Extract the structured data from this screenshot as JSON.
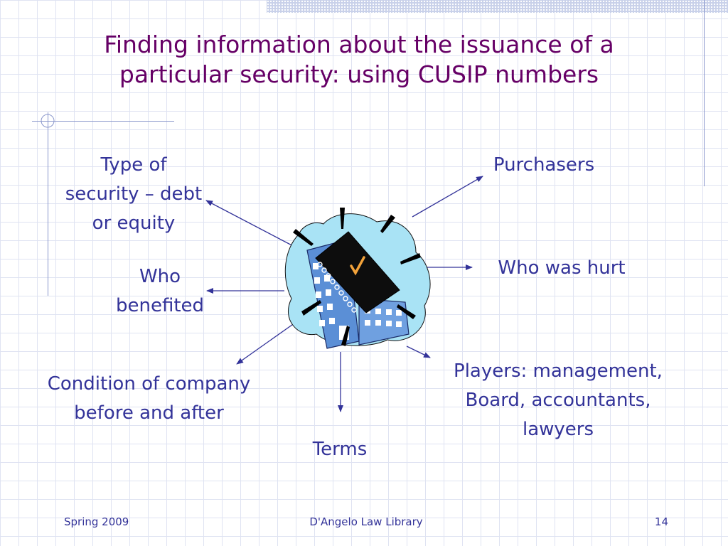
{
  "title": "Finding information about the issuance of a particular security: using CUSIP numbers",
  "labels": {
    "type_of_security": [
      "Type of",
      "security – debt",
      "or equity"
    ],
    "purchasers": "Purchasers",
    "who_benefited": [
      "Who",
      "benefited"
    ],
    "who_was_hurt": "Who was hurt",
    "condition": [
      "Condition of company",
      "before and after"
    ],
    "players": [
      "Players: management,",
      "Board, accountants,",
      "lawyers"
    ],
    "terms": "Terms"
  },
  "footer": {
    "left": "Spring 2009",
    "center": "D'Angelo Law Library",
    "page": "14"
  },
  "colors": {
    "title": "#660066",
    "text": "#333399",
    "grid": "#dfe3f2",
    "cloud": "#a9e3f5",
    "building": "#5b8fd6",
    "check": "#f2a23a"
  },
  "icons": [
    "building-icon",
    "notebook-icon",
    "checkmark-icon"
  ]
}
